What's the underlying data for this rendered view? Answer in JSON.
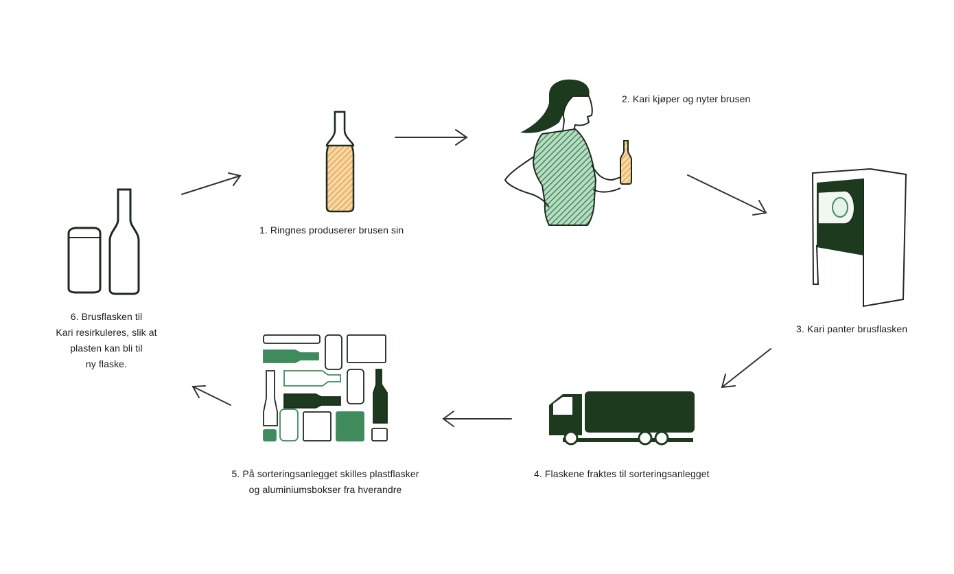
{
  "steps": [
    {
      "number": "1.",
      "lines": [
        "Ringnes produserer brusen sin"
      ]
    },
    {
      "number": "2.",
      "lines": [
        "Kari kjøper og nyter brusen"
      ]
    },
    {
      "number": "3.",
      "lines": [
        "Kari panter brusflasken"
      ]
    },
    {
      "number": "4.",
      "lines": [
        "Flaskene fraktes til sorteringsanlegget"
      ]
    },
    {
      "number": "5.",
      "lines": [
        "På sorteringsanlegget skilles plastflasker",
        "og aluminiumsbokser fra hverandre"
      ]
    },
    {
      "number": "6.",
      "lines": [
        "Brusflasken til",
        "Kari resirkuleres, slik at",
        "plasten kan bli til",
        "ny flaske."
      ]
    }
  ],
  "colors": {
    "ink": "#1c2a1c",
    "dark_green": "#1e3a1e",
    "mid_green": "#3f8b5c",
    "light_green": "#8fc79f",
    "orange": "#e8a64a"
  },
  "icons": {
    "step1": "bottle-icon",
    "step2": "woman-drinking-icon",
    "step3": "reverse-vending-machine-icon",
    "step4": "truck-icon",
    "step5": "sorting-icon",
    "step6": "can-and-bottle-icon"
  }
}
